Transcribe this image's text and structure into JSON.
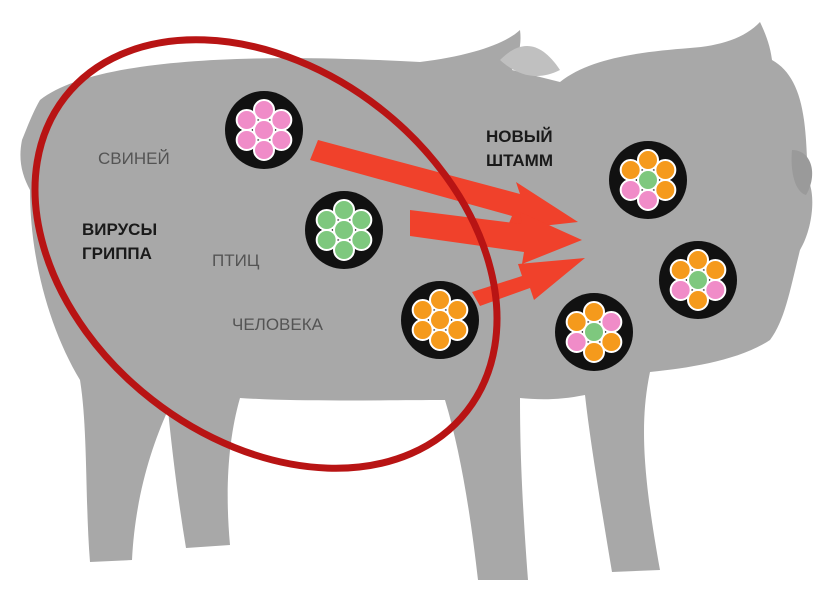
{
  "labels": {
    "swine": "СВИНЕЙ",
    "birds": "ПТИЦ",
    "human": "ЧЕЛОВЕКА",
    "flu_line1": "ВИРУСЫ",
    "flu_line2": "ГРИППА",
    "new_line1": "НОВЫЙ",
    "new_line2": "ШТАММ"
  },
  "colors": {
    "pig_body": "#a8a8a8",
    "virus_core": "#111111",
    "swine_segment": "#f08cc8",
    "bird_segment": "#7ec87e",
    "human_segment": "#f59a1c",
    "arrow": "#f0412b",
    "ellipse": "#b81414"
  },
  "source_viruses": [
    {
      "name": "swine-virus",
      "segments": [
        "swine",
        "swine",
        "swine",
        "swine",
        "swine",
        "swine",
        "swine"
      ]
    },
    {
      "name": "bird-virus",
      "segments": [
        "bird",
        "bird",
        "bird",
        "bird",
        "bird",
        "bird",
        "bird"
      ]
    },
    {
      "name": "human-virus",
      "segments": [
        "human",
        "human",
        "human",
        "human",
        "human",
        "human",
        "human"
      ]
    }
  ],
  "new_strain_viruses": [
    {
      "name": "new-strain-virus-1",
      "segments": [
        "bird",
        "human",
        "human",
        "human",
        "swine",
        "swine",
        "human"
      ]
    },
    {
      "name": "new-strain-virus-2",
      "segments": [
        "bird",
        "human",
        "human",
        "swine",
        "human",
        "swine",
        "human"
      ]
    },
    {
      "name": "new-strain-virus-3",
      "segments": [
        "bird",
        "human",
        "swine",
        "human",
        "human",
        "swine",
        "human"
      ]
    }
  ]
}
